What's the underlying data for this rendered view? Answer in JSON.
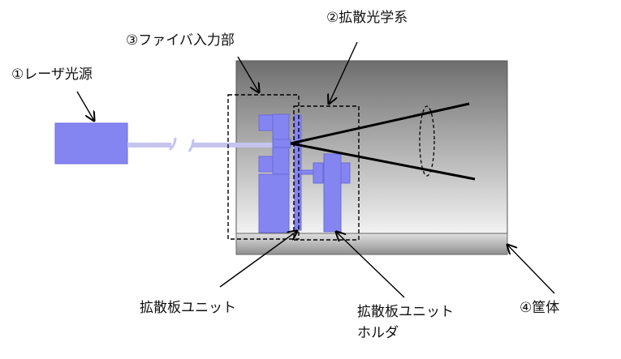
{
  "labels": {
    "laser": "①レーザ光源",
    "fiber_input": "③ファイバ入力部",
    "diffusion_optics": "②拡散光学系",
    "diffuser_unit": "拡散板ユニット",
    "diffuser_holder_line1": "拡散板ユニット",
    "diffuser_holder_line2": "ホルダ",
    "housing": "④筐体"
  },
  "colors": {
    "component": "#8585f2",
    "component_stroke": "#6b6bd8",
    "fiber": "#c4c4ee",
    "housing_top": "#6e6e6e",
    "housing_bottom": "#f2f2f2",
    "base_top": "#d8d8d8",
    "base_bottom": "#9a9a9a",
    "beam": "#000000"
  }
}
